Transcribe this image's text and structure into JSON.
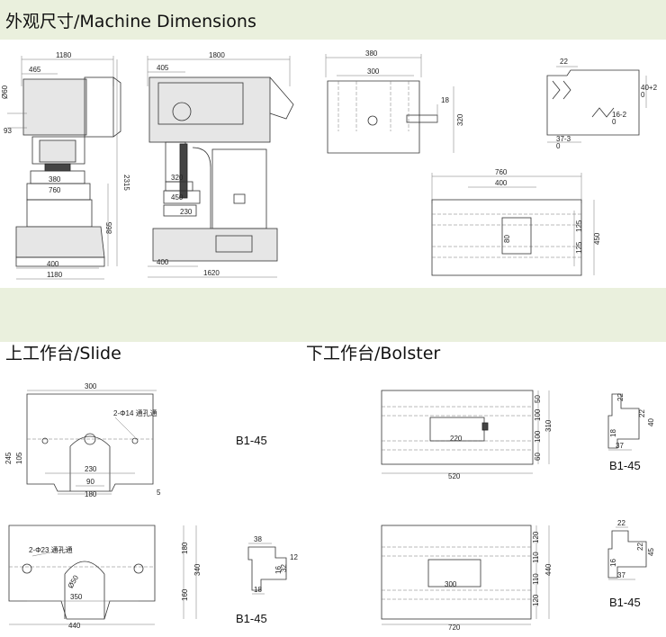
{
  "headings": {
    "machine": "外观尺寸/Machine Dimensions",
    "slide": "上工作台/Slide",
    "bolster": "下工作台/Bolster"
  },
  "models": {
    "slide_top": "B1-45",
    "slide_bottom": "B1-45",
    "bolster_top": "B1-45",
    "bolster_bottom": "B1-45"
  },
  "front_view": {
    "top_width": "1180",
    "upper_width": "465",
    "diameter": "Ø60",
    "offset": "93",
    "bolster_a": "380",
    "bolster_b": "760",
    "total_height": "2315",
    "bed_height": "865",
    "base_half": "400",
    "base_width": "1180"
  },
  "side_view": {
    "top_length": "1800",
    "top_offset": "405",
    "slide_depth": "320",
    "bolster_depth": "450",
    "stroke": "230",
    "base_offset": "400",
    "base_length": "1620"
  },
  "slide_plan": {
    "outer_width": "380",
    "inner_width": "300",
    "slot": "18",
    "depth": "320"
  },
  "slot_profile": {
    "width": "22",
    "depth": "40+2\n0",
    "slot": "16-2\n0",
    "bottom": "37-3\n0"
  },
  "bolster_plan": {
    "width": "760",
    "inner": "400",
    "center": "80",
    "half_a": "125",
    "half_b": "125",
    "depth": "450"
  },
  "slide_a": {
    "width": "300",
    "holes": "2-Φ14 通孔通",
    "height": "245",
    "inner_height": "105",
    "slot_width": "230",
    "shank": "90",
    "bottom": "180",
    "lip": "5"
  },
  "slide_b": {
    "holes": "2-Φ23 通孔通",
    "diameter": "Ø50",
    "center": "350",
    "width": "440",
    "upper": "180",
    "total": "340",
    "lower": "160"
  },
  "slide_profile": {
    "top": "38",
    "h1": "12",
    "h2": "32",
    "h3": "16",
    "bottom": "18"
  },
  "bolster_a": {
    "center": "220",
    "width": "520",
    "d1": "50",
    "d2": "100",
    "d3": "100",
    "d4": "60",
    "total": "310"
  },
  "bolster_a_profile": {
    "top": "22",
    "h1": "22",
    "h2": "40",
    "h3": "18",
    "bottom": "37"
  },
  "bolster_b": {
    "center": "300",
    "width": "720",
    "d1": "120",
    "d2": "110",
    "d3": "110",
    "d4": "120",
    "total": "440"
  },
  "bolster_b_profile": {
    "top": "22",
    "h1": "22",
    "h2": "45",
    "h3": "16",
    "bottom": "37"
  }
}
